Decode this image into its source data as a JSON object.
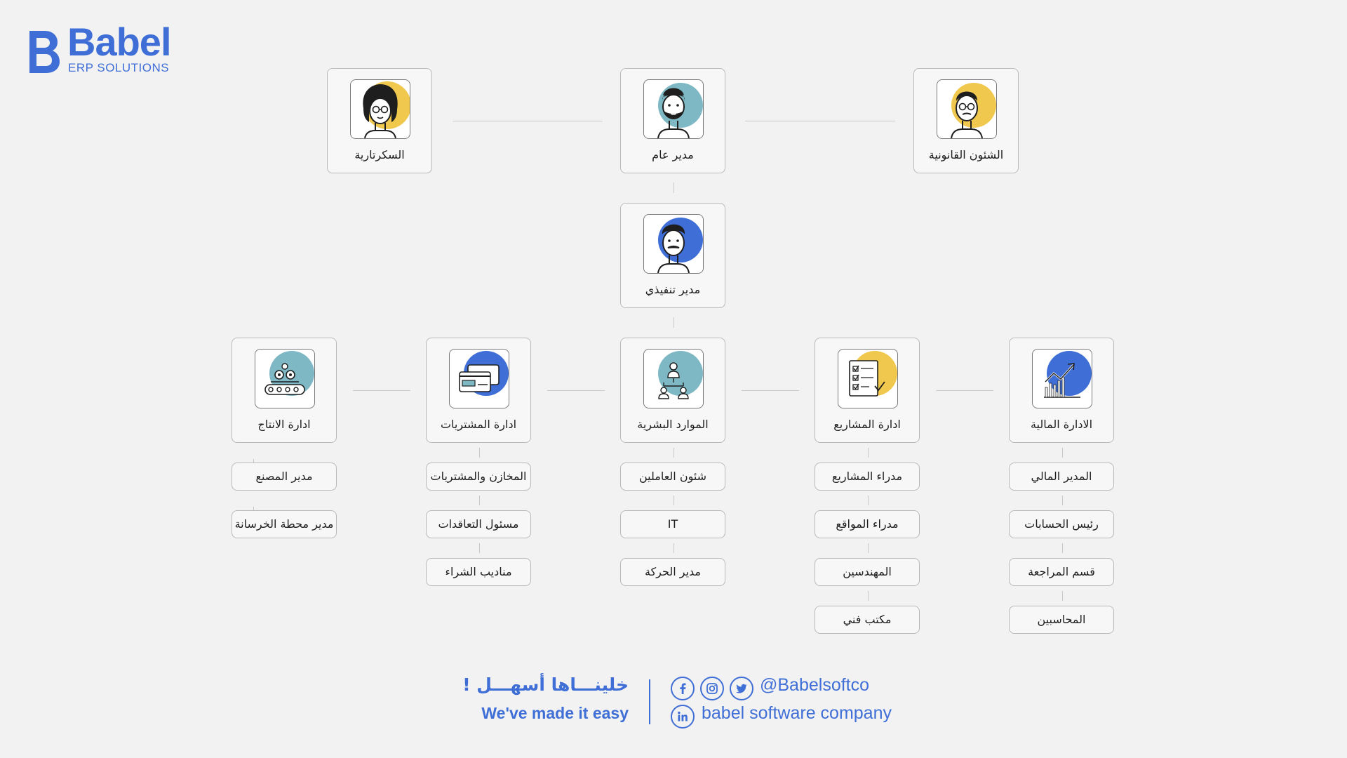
{
  "brand": {
    "name": "Babel",
    "tagline": "ERP SOLUTIONS",
    "accent_color": "#3f6fd6"
  },
  "top_row": [
    {
      "label": "السكرتارية",
      "icon": "woman-avatar-icon",
      "accent": "#f0c84e"
    },
    {
      "label": "مدير عام",
      "icon": "bearded-man-avatar-icon",
      "accent": "#7eb8c4"
    },
    {
      "label": "الشئون القانونية",
      "icon": "man-glasses-avatar-icon",
      "accent": "#f0c84e"
    }
  ],
  "executive": {
    "label": "مدير تنفيذي",
    "icon": "mustache-man-avatar-icon",
    "accent": "#3f6fd6"
  },
  "departments": [
    {
      "label": "ادارة الانتاج",
      "icon": "conveyor-gears-icon",
      "accent": "#7eb8c4",
      "roles": [
        "مدير المصنع",
        "مدير محطة الخرسانة"
      ]
    },
    {
      "label": "ادارة المشتريات",
      "icon": "credit-card-icon",
      "accent": "#3f6fd6",
      "roles": [
        "المخازن والمشتريات",
        "مسئول التعاقدات",
        "مناديب الشراء"
      ]
    },
    {
      "label": "الموارد البشرية",
      "icon": "people-network-icon",
      "accent": "#7eb8c4",
      "roles": [
        "شئون العاملين",
        "IT",
        "مدير الحركة"
      ]
    },
    {
      "label": "ادارة المشاريع",
      "icon": "checklist-icon",
      "accent": "#f0c84e",
      "roles": [
        "مدراء المشاريع",
        "مدراء المواقع",
        "المهندسين",
        "مكتب فني"
      ]
    },
    {
      "label": "الادارة المالية",
      "icon": "growth-chart-icon",
      "accent": "#3f6fd6",
      "roles": [
        "المدير المالي",
        "رئيس الحسابات",
        "قسم المراجعة",
        "المحاسبين"
      ]
    }
  ],
  "footer": {
    "slogan_ar": "خلينـــاها أسهـــل !",
    "slogan_en": "We've made it easy",
    "handle": "@Babelsoftco",
    "company": "babel software company",
    "social_icons": [
      "facebook-icon",
      "instagram-icon",
      "twitter-icon",
      "linkedin-icon"
    ]
  }
}
